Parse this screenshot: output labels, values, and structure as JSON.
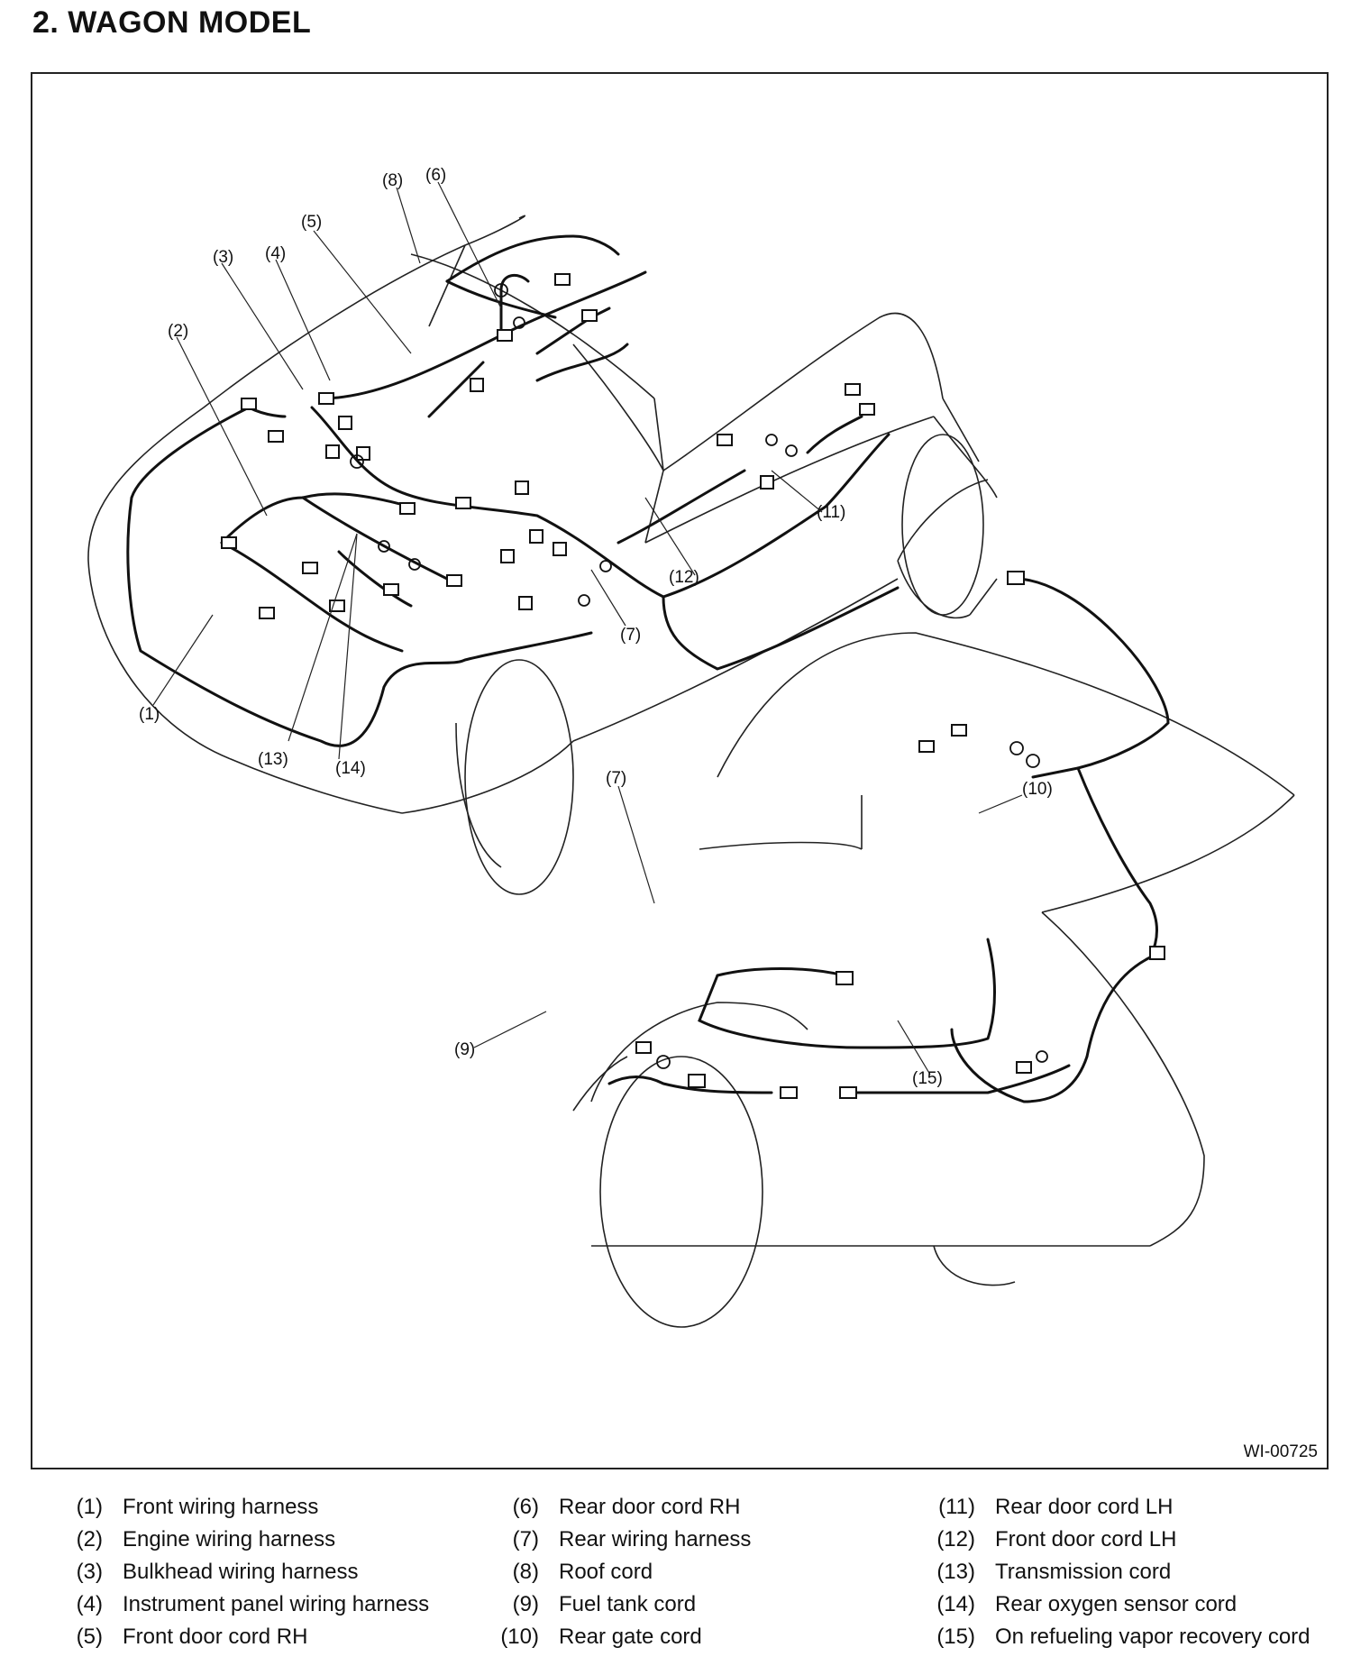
{
  "title": "2.  WAGON MODEL",
  "figure_code": "WI-00725",
  "callouts": {
    "c1": "(1)",
    "c2": "(2)",
    "c3": "(3)",
    "c4": "(4)",
    "c5": "(5)",
    "c6": "(6)",
    "c7a": "(7)",
    "c7b": "(7)",
    "c8": "(8)",
    "c9": "(9)",
    "c10": "(10)",
    "c11": "(11)",
    "c12": "(12)",
    "c13": "(13)",
    "c14": "(14)",
    "c15": "(15)"
  },
  "legend": [
    {
      "num": "(1)",
      "label": "Front wiring harness"
    },
    {
      "num": "(2)",
      "label": "Engine wiring harness"
    },
    {
      "num": "(3)",
      "label": "Bulkhead wiring harness"
    },
    {
      "num": "(4)",
      "label": "Instrument panel wiring harness"
    },
    {
      "num": "(5)",
      "label": "Front door cord RH"
    },
    {
      "num": "(6)",
      "label": "Rear door cord RH"
    },
    {
      "num": "(7)",
      "label": "Rear wiring harness"
    },
    {
      "num": "(8)",
      "label": "Roof cord"
    },
    {
      "num": "(9)",
      "label": "Fuel tank cord"
    },
    {
      "num": "(10)",
      "label": "Rear gate cord"
    },
    {
      "num": "(11)",
      "label": "Rear door cord LH"
    },
    {
      "num": "(12)",
      "label": "Front door cord LH"
    },
    {
      "num": "(13)",
      "label": "Transmission cord"
    },
    {
      "num": "(14)",
      "label": "Rear oxygen sensor cord"
    },
    {
      "num": "(15)",
      "label": "On refueling vapor recovery cord"
    }
  ]
}
